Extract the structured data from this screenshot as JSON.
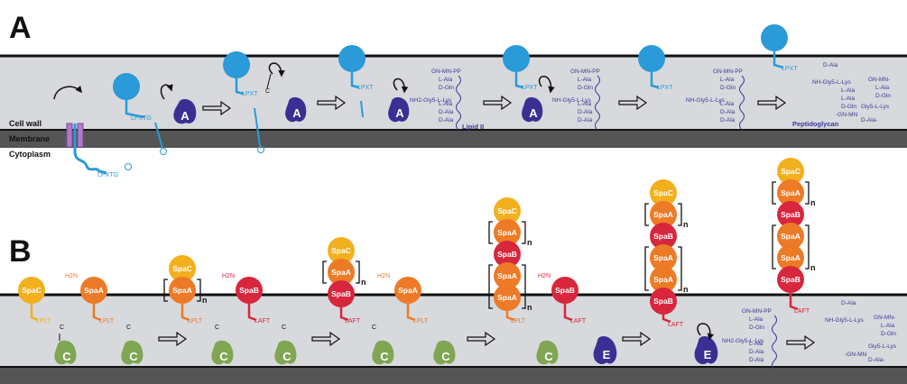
{
  "panel_a": {
    "letter": "A",
    "labels": {
      "cell_wall": "Cell wall",
      "membrane": "Membrane",
      "cytoplasm": "Cytoplasm"
    },
    "motif": "LPXTG",
    "motif_cleaved": "LPXT",
    "enzyme": "A",
    "lipid_label": "Lipid II",
    "peptidoglycan_label": "Peptidoglycan",
    "lipid_ii_lines": [
      "GN-MN-PP",
      "L-Ala",
      "D-Gln",
      "L-Ala",
      "D-Ala",
      "D-Ala"
    ],
    "amine": "NH2-Gly5-L-Lys",
    "amide": "NH-Gly5-L-Lys",
    "pg_top": "D-Ala",
    "pg_right": [
      "GN-MN-",
      "L-Ala",
      "D-Gln"
    ],
    "pg_mid": [
      "L-Ala",
      "L-Ala",
      "D-Gln"
    ],
    "pg_bottom": [
      "Gly5-L-Lys",
      "-GN-MN",
      "D-Ala-"
    ],
    "colors": {
      "protein": "#2a9ad8",
      "sortase": "#3b2f93",
      "chem": "#3a3a9a",
      "membrane": "#5a5a5a",
      "wall": "#d7d9dc"
    }
  },
  "panel_b": {
    "letter": "B",
    "subunits": {
      "spac": "SpaC",
      "spaa": "SpaA",
      "spab": "SpaB"
    },
    "motifs": {
      "lpxtg_spac": "LPLT",
      "lplt": "LPLT",
      "laft": "LAFT"
    },
    "amine_short": "H2N",
    "enzyme_c": "C",
    "enzyme_e": "E",
    "bracket_n": "n",
    "amine": "NH2-Gly5-L-Lys",
    "amide": "NH-Gly5-L-Lys",
    "lipid_ii_lines": [
      "GN-MN-PP",
      "L-Ala",
      "D-Gln",
      "L-Ala",
      "D-Ala",
      "D-Ala"
    ],
    "pg_right": [
      "GN-MN-",
      "L-Ala",
      "D-Gln"
    ],
    "pg_bottom": [
      "Gly5-L-Lys",
      "-GN-MN",
      "D-Ala-"
    ],
    "pg_top": "D-Ala",
    "colors": {
      "spac": "#f2b01e",
      "spaa": "#ed7a26",
      "spab": "#d8263c",
      "sortase_c": "#7fa652",
      "sortase_e": "#3b2f93"
    }
  }
}
